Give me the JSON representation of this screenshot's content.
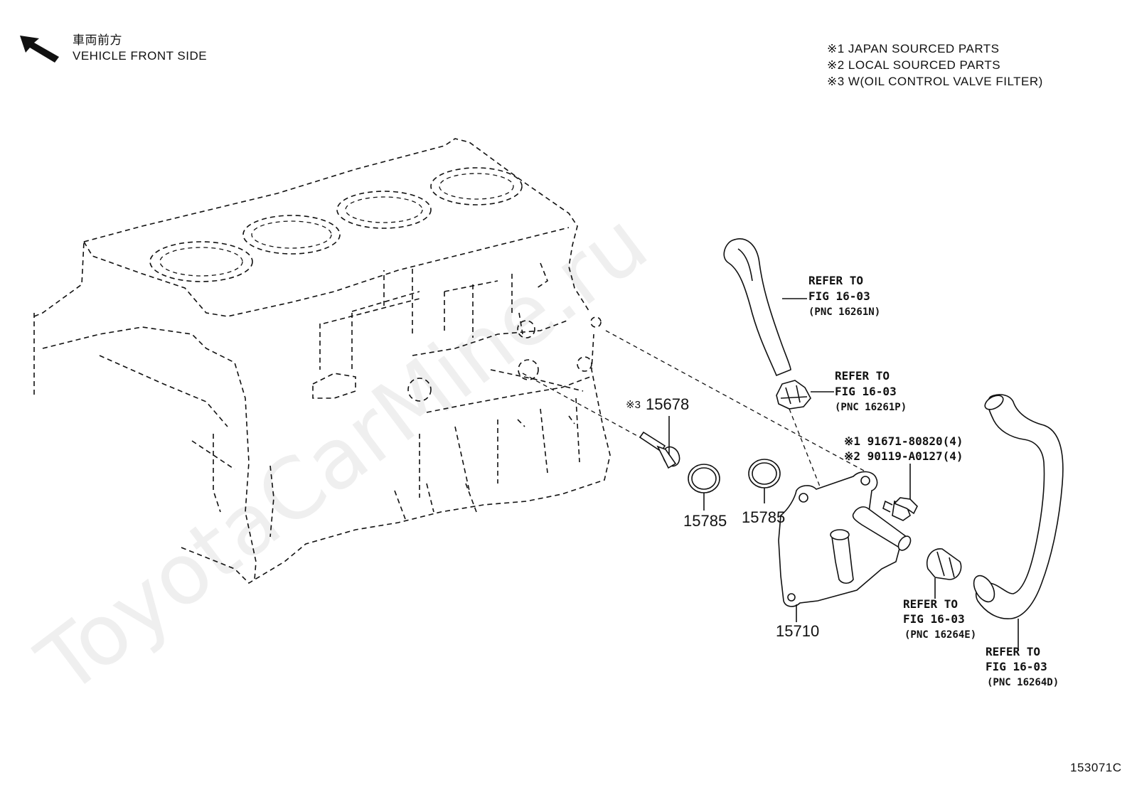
{
  "front_side": {
    "jp": "車両前方",
    "en": "VEHICLE FRONT SIDE"
  },
  "notes": [
    "※1 JAPAN SOURCED PARTS",
    "※2 LOCAL SOURCED PARTS",
    "※3 W(OIL CONTROL VALVE FILTER)"
  ],
  "callouts": {
    "p15678": {
      "mark": "※3",
      "number": "15678"
    },
    "p15785a": "15785",
    "p15785b": "15785",
    "p15710": "15710",
    "bolt": {
      "line1": "※1 91671-80820(4)",
      "line2": "※2 90119-A0127(4)"
    }
  },
  "refers": [
    {
      "line1": "REFER TO",
      "line2": "FIG 16-03",
      "line3": "(PNC 16261N)"
    },
    {
      "line1": "REFER TO",
      "line2": "FIG 16-03",
      "line3": "(PNC 16261P)"
    },
    {
      "line1": "REFER TO",
      "line2": "FIG 16-03",
      "line3": "(PNC 16264E)"
    },
    {
      "line1": "REFER TO",
      "line2": "FIG 16-03",
      "line3": "(PNC 16264D)"
    }
  ],
  "watermark": "ToyotaCarMine.ru",
  "figure_code": "153071C",
  "icons": {
    "front_arrow": "arrow-up-left-icon"
  }
}
